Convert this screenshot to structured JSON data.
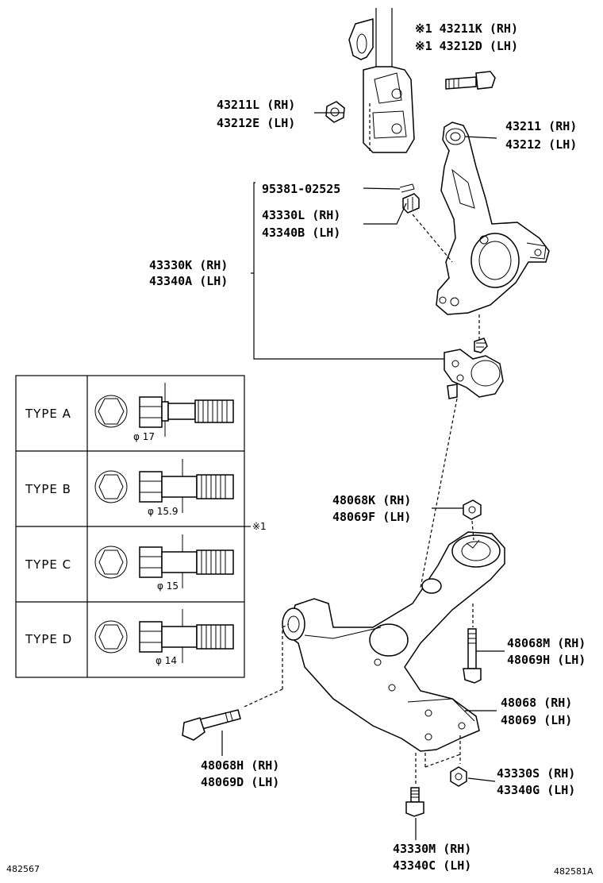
{
  "labels": {
    "bolt_43211k": "※1 43211K (RH)",
    "bolt_43212d": "※1 43212D (LH)",
    "nut_43211l": "43211L (RH)",
    "nut_43212e": "43212E (LH)",
    "knuckle_43211": "43211 (RH)",
    "knuckle_43212": "43212 (LH)",
    "pin_95381": "95381-02525",
    "nut_43330l": "43330L (RH)",
    "nut_43340b": "43340B (LH)",
    "joint_43330k": "43330K (RH)",
    "joint_43340a": "43340A (LH)",
    "nut_48068k": "48068K (RH)",
    "nut_48069f": "48069F (LH)",
    "bolt_48068m": "48068M (RH)",
    "bolt_48069h": "48069H (LH)",
    "arm_48068": "48068 (RH)",
    "arm_48069": "48069 (LH)",
    "bolt_48068h": "48068H (RH)",
    "bolt_48069d": "48069D (LH)",
    "nut_43330s": "43330S (RH)",
    "nut_43340g": "43340G (LH)",
    "bolt_43330m": "43330M (RH)",
    "bolt_43340c": "43340C (LH)"
  },
  "types_table": {
    "rows": [
      {
        "type": "TYPE  A",
        "dim": "φ 17"
      },
      {
        "type": "TYPE  B",
        "dim": "φ 15.9"
      },
      {
        "type": "TYPE  C",
        "dim": "φ 15"
      },
      {
        "type": "TYPE  D",
        "dim": "φ 14"
      }
    ],
    "note_mark": "※1"
  },
  "corner": {
    "left": "482567",
    "right": "482581A"
  }
}
